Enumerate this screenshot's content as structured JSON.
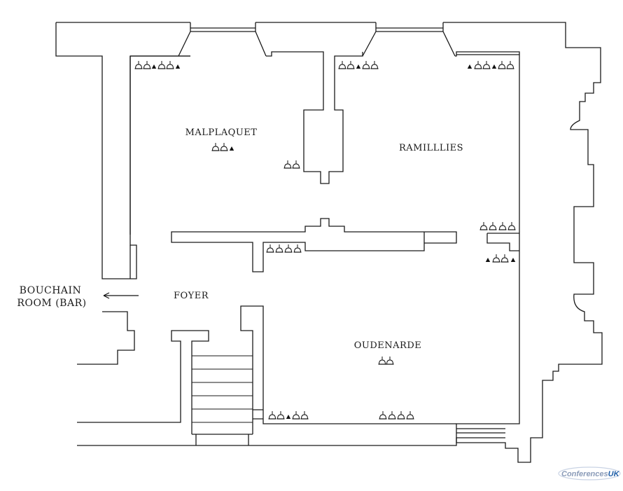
{
  "rooms": {
    "malplaquet": "MALPLAQUET",
    "ramillies": "RAMILLLIES",
    "foyer": "FOYER",
    "oudenarde": "OUDENARDE"
  },
  "exit": {
    "line1": "BOUCHAIN",
    "line2": "ROOM (BAR)"
  },
  "logo": {
    "part1": "Conferences",
    "part2": "UK",
    "color_main": "#8a9bb8",
    "color_accent": "#1f5fa8"
  },
  "icons": [
    "lamp-icon",
    "socket-icon",
    "arrow-left-icon"
  ]
}
